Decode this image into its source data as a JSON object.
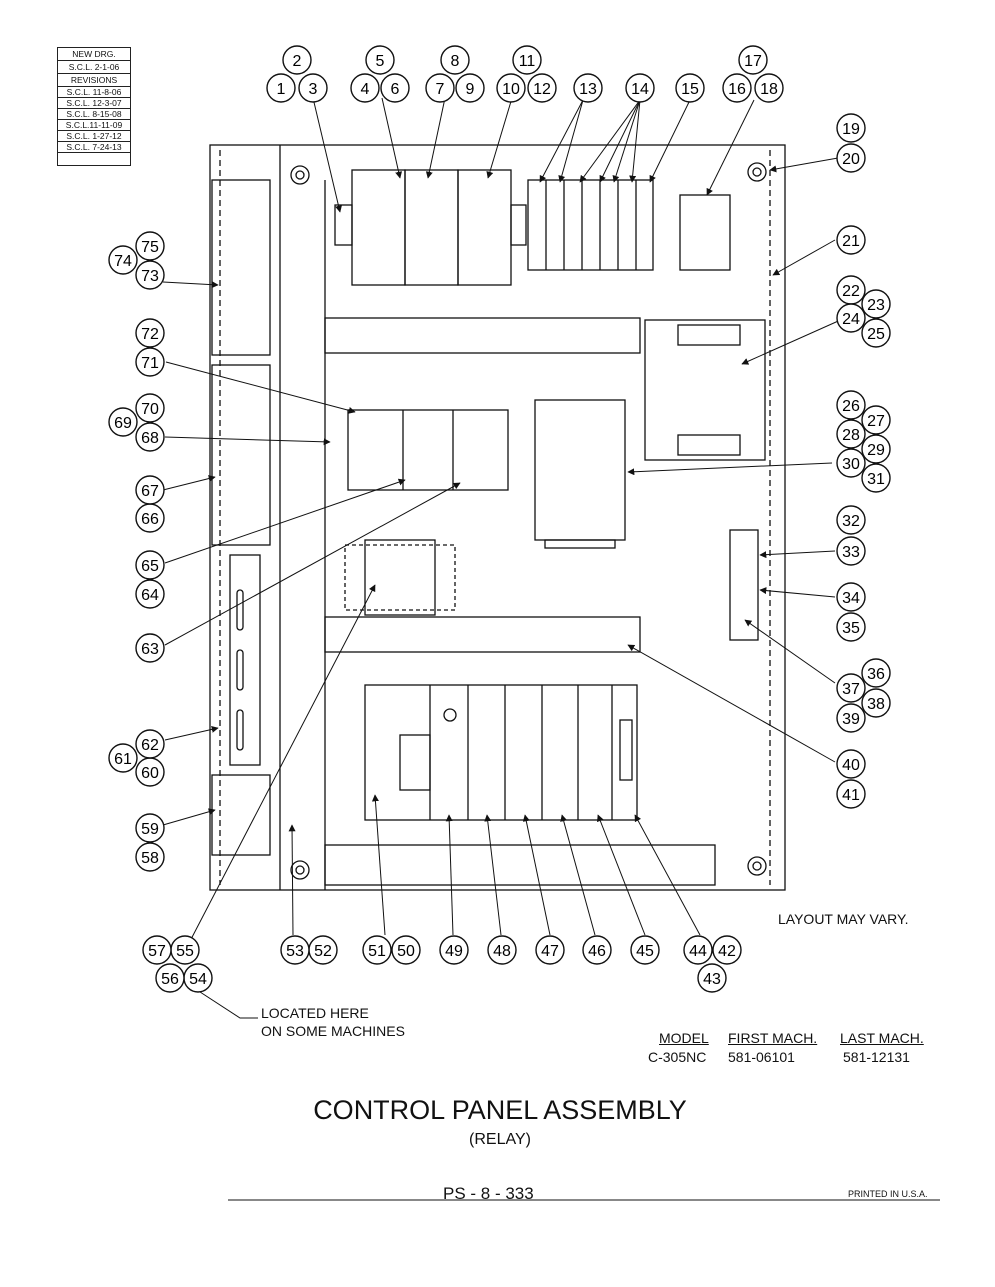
{
  "revisions": {
    "header_line1": "NEW DRG.",
    "header_line2": "S.C.L. 2-1-06",
    "title": "REVISIONS",
    "items": [
      "S.C.L. 11-8-06",
      "S.C.L. 12-3-07",
      "S.C.L. 8-15-08",
      "S.C.L.11-11-09",
      "S.C.L. 1-27-12",
      "S.C.L. 7-24-13"
    ]
  },
  "callouts": [
    "1",
    "2",
    "3",
    "4",
    "5",
    "6",
    "7",
    "8",
    "9",
    "10",
    "11",
    "12",
    "13",
    "14",
    "15",
    "16",
    "17",
    "18",
    "19",
    "20",
    "21",
    "22",
    "23",
    "24",
    "25",
    "26",
    "27",
    "28",
    "29",
    "30",
    "31",
    "32",
    "33",
    "34",
    "35",
    "36",
    "37",
    "38",
    "39",
    "40",
    "41",
    "42",
    "43",
    "44",
    "45",
    "46",
    "47",
    "48",
    "49",
    "50",
    "51",
    "52",
    "53",
    "54",
    "55",
    "56",
    "57",
    "58",
    "59",
    "60",
    "61",
    "62",
    "63",
    "64",
    "65",
    "66",
    "67",
    "68",
    "69",
    "70",
    "71",
    "72",
    "73",
    "74",
    "75"
  ],
  "layout_note": "LAYOUT MAY VARY.",
  "located_note_line1": "LOCATED HERE",
  "located_note_line2": "ON SOME MACHINES",
  "model_table": {
    "headers": [
      "MODEL",
      "FIRST MACH.",
      "LAST MACH."
    ],
    "row": [
      "C-305NC",
      "581-06101",
      "581-12131"
    ]
  },
  "title": "CONTROL PANEL ASSEMBLY",
  "subtitle": "(RELAY)",
  "page_number": "PS - 8 - 333",
  "printed": "PRINTED IN U.S.A."
}
